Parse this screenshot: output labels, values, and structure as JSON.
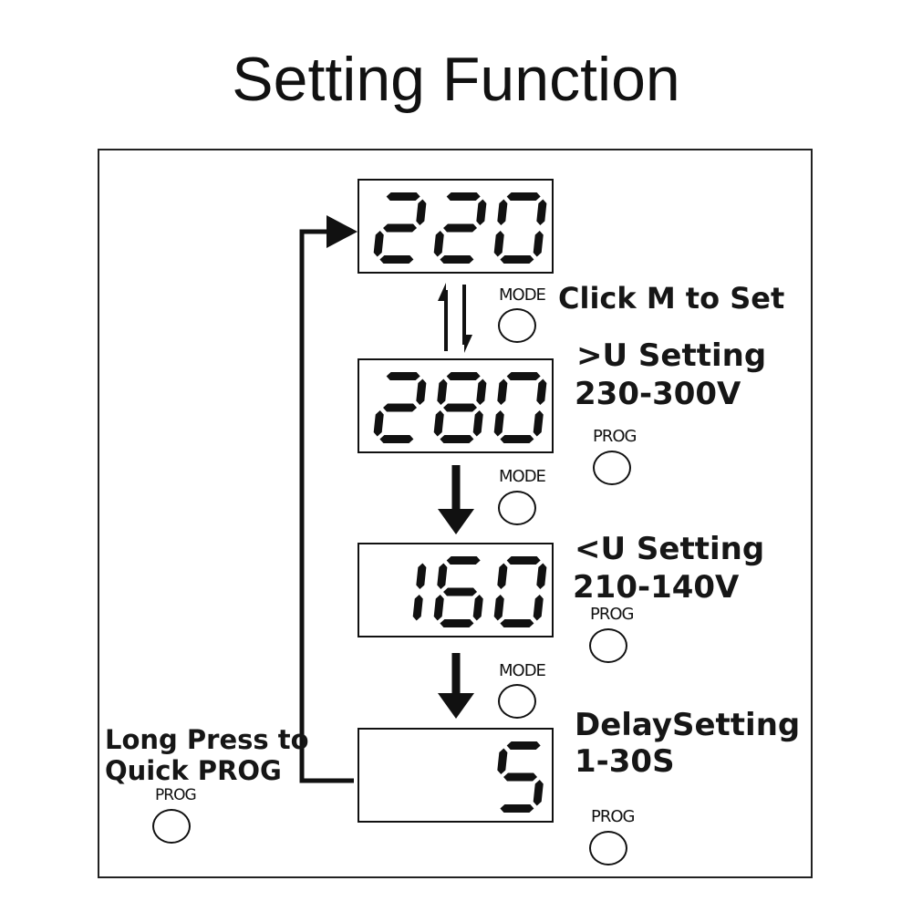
{
  "title": "Setting Function",
  "displays": [
    {
      "value": "220"
    },
    {
      "value": "280"
    },
    {
      "value": "160"
    },
    {
      "value": "5"
    }
  ],
  "labels": {
    "click_m": "Click M to Set",
    "over_u_line1": ">U Setting",
    "over_u_line2": "230-300V",
    "under_u_line1": "<U Setting",
    "under_u_line2": "210-140V",
    "delay_line1": "DelaySetting",
    "delay_line2": "1-30S",
    "long_press_line1": "Long Press to",
    "long_press_line2": "Quick PROG"
  },
  "buttons": {
    "mode": "MODE",
    "prog": "PROG"
  },
  "colors": {
    "ink": "#111111",
    "background": "#ffffff"
  }
}
